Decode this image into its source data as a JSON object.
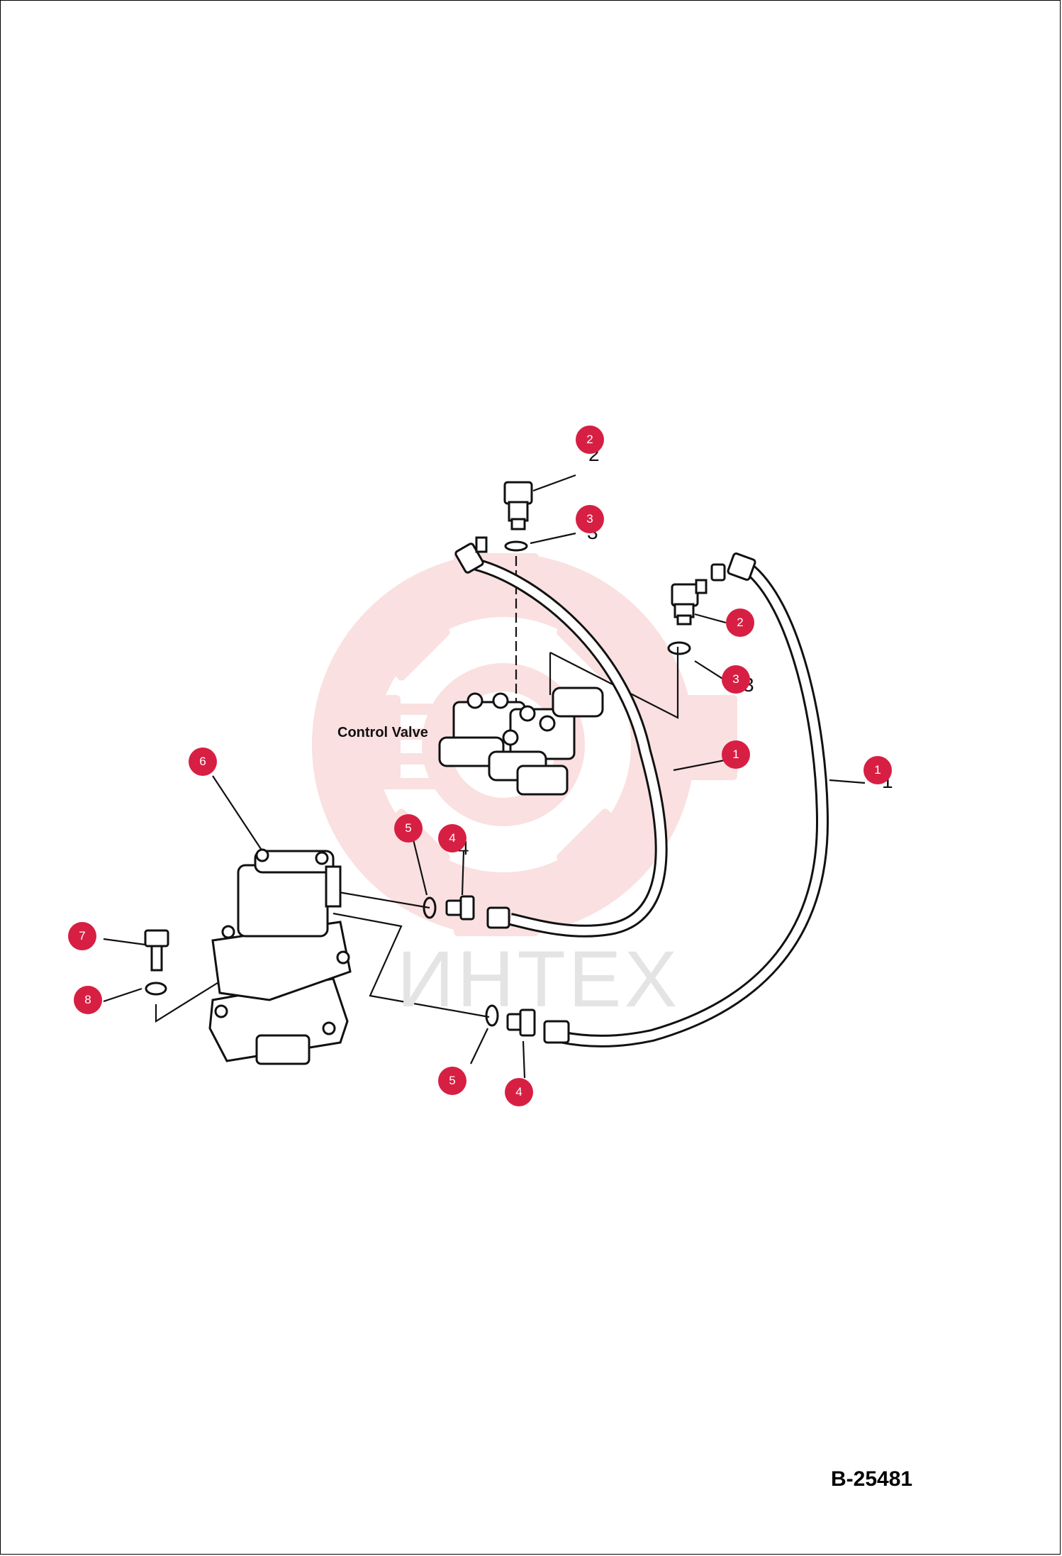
{
  "diagram": {
    "control_valve_label": "Control Valve",
    "drawing_number": "B-25481",
    "watermark_text": "ИНТЕХ",
    "colors": {
      "callout": "#d71f43",
      "line": "#111111",
      "watermark_gear": "#f6c7c7",
      "watermark_text": "#e4e4e4"
    },
    "callouts": [
      {
        "id": "c2a",
        "label": "2"
      },
      {
        "id": "c3a",
        "label": "3"
      },
      {
        "id": "c2b",
        "label": "2"
      },
      {
        "id": "c3b",
        "label": "3"
      },
      {
        "id": "c1a",
        "label": "1"
      },
      {
        "id": "c1b",
        "label": "1"
      },
      {
        "id": "c6",
        "label": "6"
      },
      {
        "id": "c5a",
        "label": "5"
      },
      {
        "id": "c4a",
        "label": "4"
      },
      {
        "id": "c7",
        "label": "7"
      },
      {
        "id": "c8",
        "label": "8"
      },
      {
        "id": "c5b",
        "label": "5"
      },
      {
        "id": "c4b",
        "label": "4"
      }
    ],
    "ghost_numbers": [
      {
        "id": "g2a",
        "label": "2"
      },
      {
        "id": "g3a",
        "label": "3"
      },
      {
        "id": "g3b",
        "label": "3"
      },
      {
        "id": "g1b",
        "label": "1"
      },
      {
        "id": "g4a",
        "label": "4"
      }
    ]
  }
}
